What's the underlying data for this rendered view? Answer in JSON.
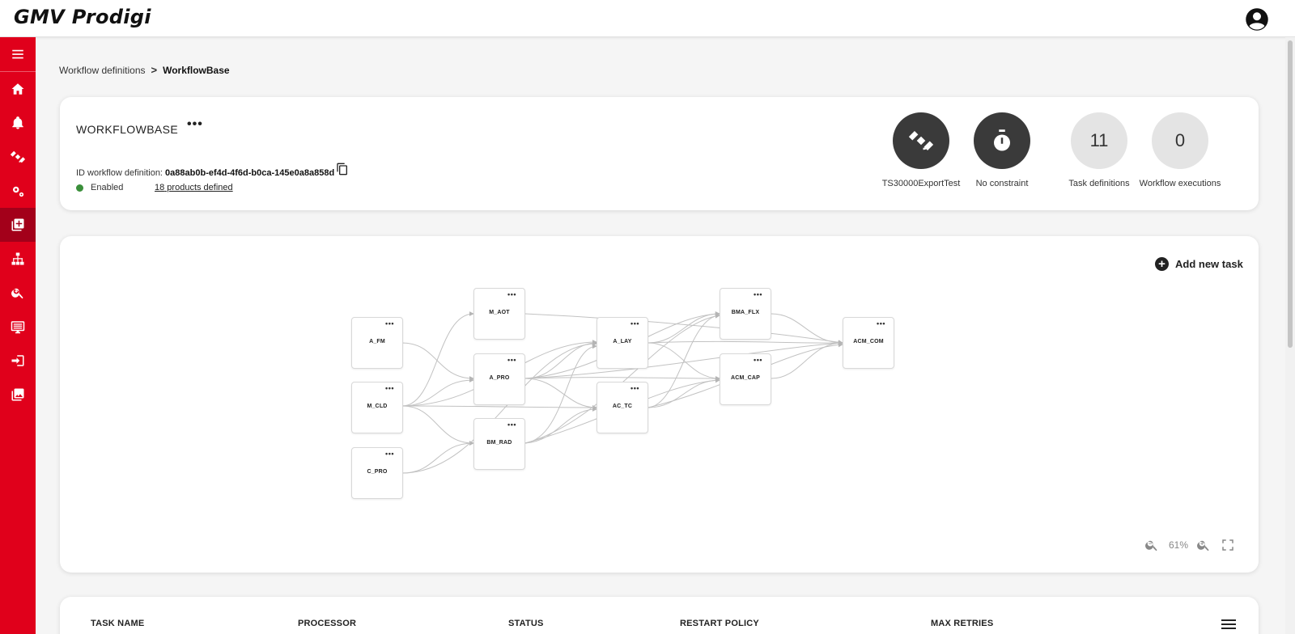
{
  "app": {
    "title": "GMV Prodigi"
  },
  "breadcrumb": {
    "parent": "Workflow definitions",
    "separator": ">",
    "current": "WorkflowBase"
  },
  "workflow": {
    "name": "WORKFLOWBASE",
    "more": "•••",
    "id_label": "ID workflow definition: ",
    "id_value": "0a88ab0b-ef4d-4f6d-b0ca-145e0a8a858d",
    "status": "Enabled",
    "status_color": "#3a8f3a",
    "products_count": "18",
    "products_text": " products defined"
  },
  "stats": [
    {
      "label": "TS30000ExportTest",
      "icon": "satellite-icon"
    },
    {
      "label": "No constraint",
      "icon": "stopwatch-icon"
    },
    {
      "value": "11",
      "label": "Task definitions"
    },
    {
      "value": "0",
      "label": "Workflow executions"
    }
  ],
  "graph": {
    "add_task": "Add new task",
    "zoom": "61%",
    "nodes": [
      "A_FM",
      "M_CLD",
      "C_PRO",
      "M_AOT",
      "A_PRO",
      "BM_RAD",
      "A_LAY",
      "AC_TC",
      "BMA_FLX",
      "ACM_CAP",
      "ACM_COM"
    ],
    "node_more": "•••"
  },
  "table": {
    "columns": [
      "TASK NAME",
      "PROCESSOR",
      "STATUS",
      "RESTART POLICY",
      "MAX RETRIES"
    ]
  },
  "colors": {
    "brand": "#e0001b",
    "brand_active": "#a3001a",
    "dark_circle": "#3a3a3a",
    "light_circle": "#e4e4e4"
  }
}
